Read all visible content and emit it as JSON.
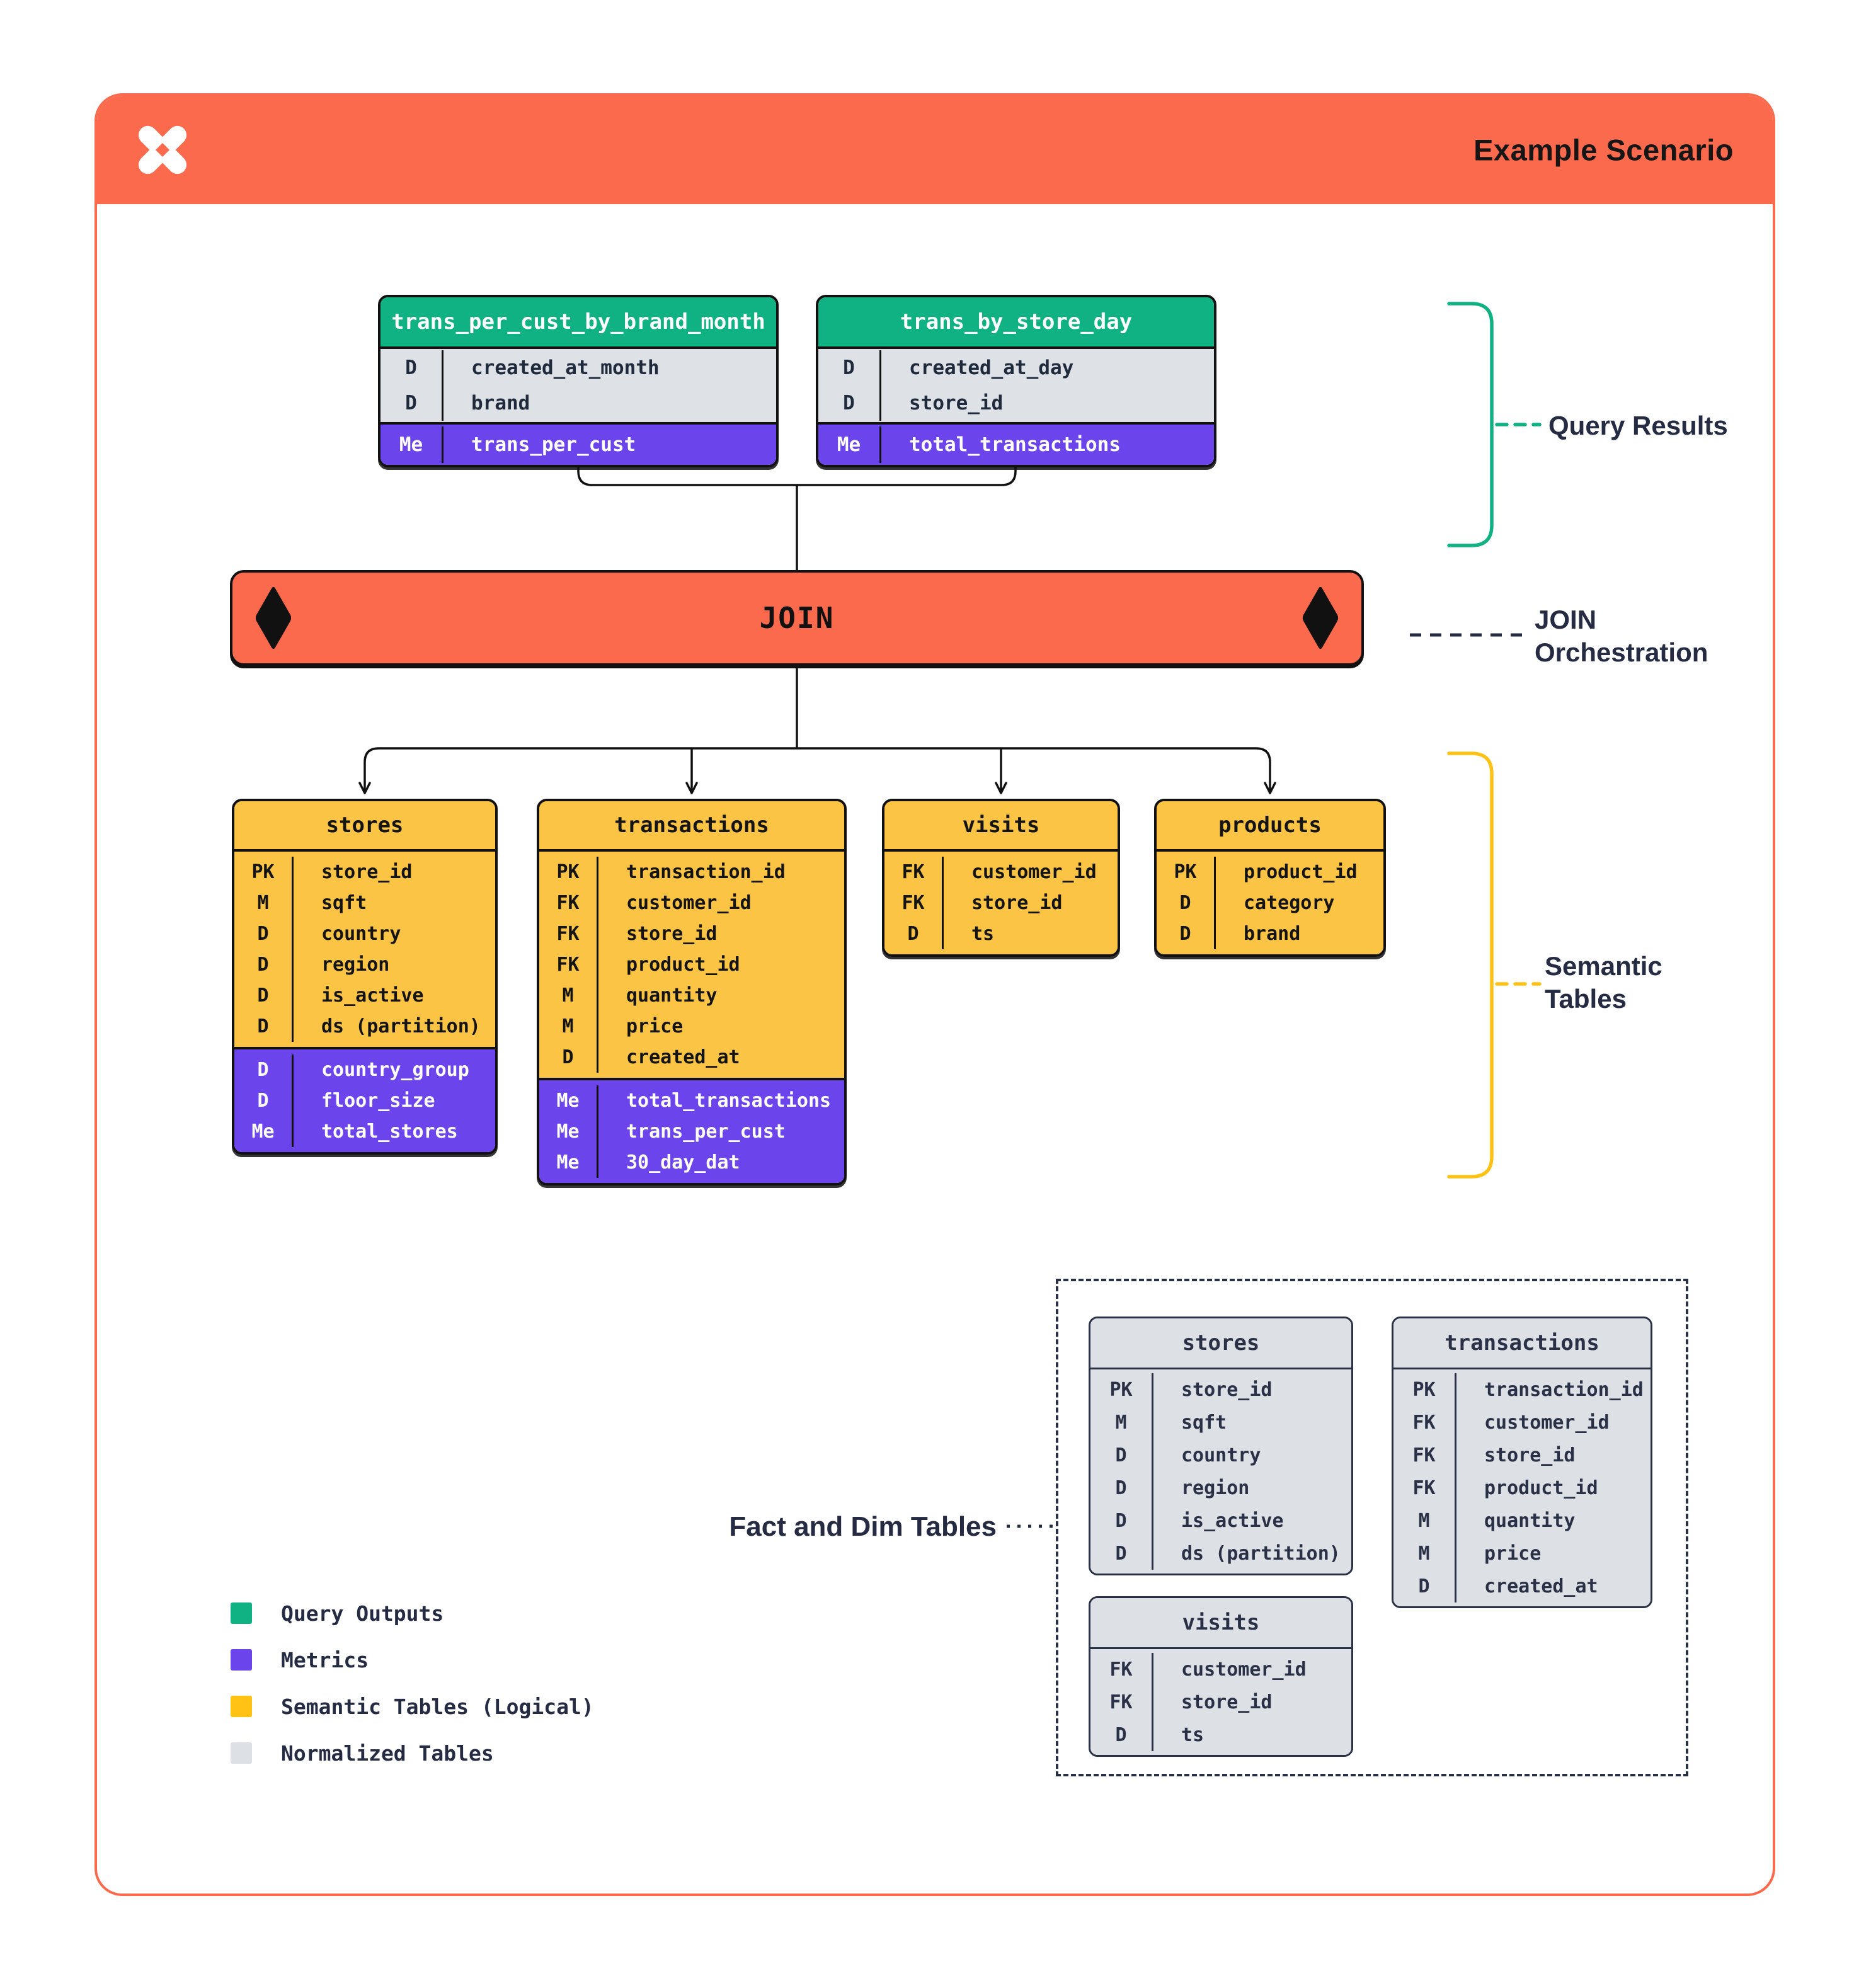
{
  "title_bar": {
    "title": "Example Scenario"
  },
  "join_bar": {
    "label": "JOIN"
  },
  "annotations": {
    "query_results": {
      "label": "Query Results"
    },
    "join_orchestration": {
      "lines": [
        "JOIN",
        "Orchestration"
      ]
    },
    "semantic_tables": {
      "lines": [
        "Semantic",
        "Tables"
      ]
    },
    "fact_dim": {
      "label": "Fact and Dim Tables"
    }
  },
  "legend": {
    "items": [
      {
        "label": "Query Outputs",
        "color": "#10B183"
      },
      {
        "label": "Metrics",
        "color": "#6C44EC"
      },
      {
        "label": "Semantic Tables (Logical)",
        "color": "#FFC215"
      },
      {
        "label": "Normalized Tables",
        "color": "#DDE0E5"
      }
    ]
  },
  "tables": {
    "query_results": [
      {
        "title": "trans_per_cust_by_brand_month",
        "rows": [
          {
            "key": "D",
            "name": "created_at_month"
          },
          {
            "key": "D",
            "name": "brand"
          }
        ],
        "metrics": [
          {
            "key": "Me",
            "name": "trans_per_cust"
          }
        ]
      },
      {
        "title": "trans_by_store_day",
        "rows": [
          {
            "key": "D",
            "name": "created_at_day"
          },
          {
            "key": "D",
            "name": "store_id"
          }
        ],
        "metrics": [
          {
            "key": "Me",
            "name": "total_transactions"
          }
        ]
      }
    ],
    "semantic": [
      {
        "title": "stores",
        "rows": [
          {
            "key": "PK",
            "name": "store_id"
          },
          {
            "key": "M",
            "name": "sqft"
          },
          {
            "key": "D",
            "name": "country"
          },
          {
            "key": "D",
            "name": "region"
          },
          {
            "key": "D",
            "name": "is_active"
          },
          {
            "key": "D",
            "name": "ds (partition)"
          }
        ],
        "metrics": [
          {
            "key": "D",
            "name": "country_group"
          },
          {
            "key": "D",
            "name": "floor_size"
          },
          {
            "key": "Me",
            "name": "total_stores"
          }
        ]
      },
      {
        "title": "transactions",
        "rows": [
          {
            "key": "PK",
            "name": "transaction_id"
          },
          {
            "key": "FK",
            "name": "customer_id"
          },
          {
            "key": "FK",
            "name": "store_id"
          },
          {
            "key": "FK",
            "name": "product_id"
          },
          {
            "key": "M",
            "name": "quantity"
          },
          {
            "key": "M",
            "name": "price"
          },
          {
            "key": "D",
            "name": "created_at"
          }
        ],
        "metrics": [
          {
            "key": "Me",
            "name": "total_transactions"
          },
          {
            "key": "Me",
            "name": "trans_per_cust"
          },
          {
            "key": "Me",
            "name": "30_day_dat"
          }
        ]
      },
      {
        "title": "visits",
        "rows": [
          {
            "key": "FK",
            "name": "customer_id"
          },
          {
            "key": "FK",
            "name": "store_id"
          },
          {
            "key": "D",
            "name": "ts"
          }
        ],
        "metrics": []
      },
      {
        "title": "products",
        "rows": [
          {
            "key": "PK",
            "name": "product_id"
          },
          {
            "key": "D",
            "name": "category"
          },
          {
            "key": "D",
            "name": "brand"
          }
        ],
        "metrics": []
      }
    ],
    "normalized": [
      {
        "title": "stores",
        "rows": [
          {
            "key": "PK",
            "name": "store_id"
          },
          {
            "key": "M",
            "name": "sqft"
          },
          {
            "key": "D",
            "name": "country"
          },
          {
            "key": "D",
            "name": "region"
          },
          {
            "key": "D",
            "name": "is_active"
          },
          {
            "key": "D",
            "name": "ds (partition)"
          }
        ],
        "metrics": []
      },
      {
        "title": "transactions",
        "rows": [
          {
            "key": "PK",
            "name": "transaction_id"
          },
          {
            "key": "FK",
            "name": "customer_id"
          },
          {
            "key": "FK",
            "name": "store_id"
          },
          {
            "key": "FK",
            "name": "product_id"
          },
          {
            "key": "M",
            "name": "quantity"
          },
          {
            "key": "M",
            "name": "price"
          },
          {
            "key": "D",
            "name": "created_at"
          }
        ],
        "metrics": []
      },
      {
        "title": "visits",
        "rows": [
          {
            "key": "FK",
            "name": "customer_id"
          },
          {
            "key": "FK",
            "name": "store_id"
          },
          {
            "key": "D",
            "name": "ts"
          }
        ],
        "metrics": []
      }
    ]
  },
  "colors": {
    "accent_orange": "#FB6A4D",
    "green": "#10B183",
    "purple": "#6C44EC",
    "yellow": "#FBC445",
    "normalized_gray": "#DDE0E5",
    "navy": "#252B43"
  }
}
